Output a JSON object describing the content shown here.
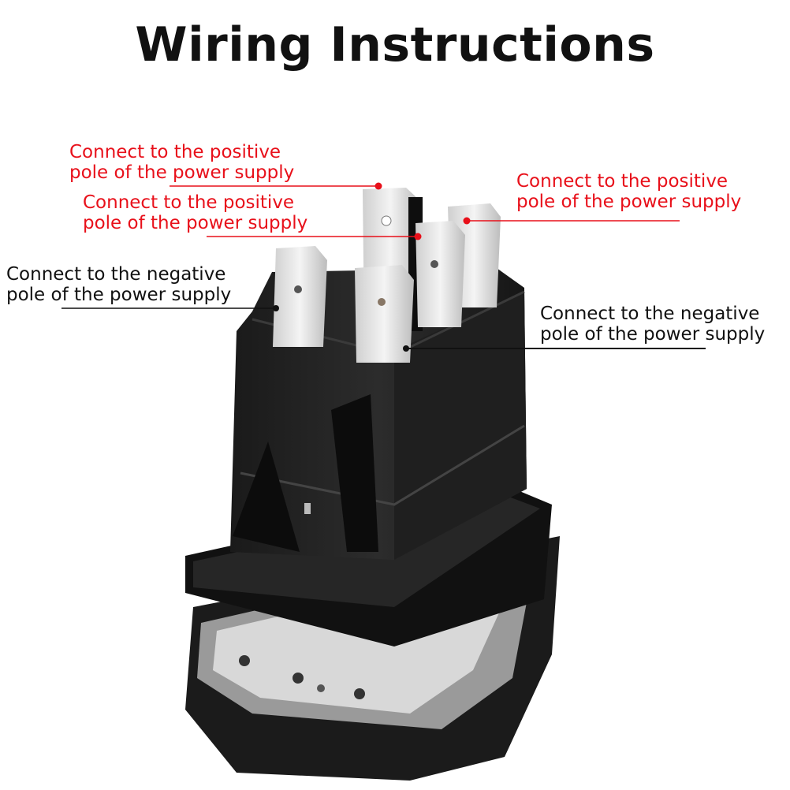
{
  "title": "Wiring Instructions",
  "colors": {
    "positive": "#e8101a",
    "negative": "#111111"
  },
  "labels": [
    {
      "id": "positive-1",
      "line1": "Connect to the positive",
      "line2": "pole of the power supply"
    },
    {
      "id": "positive-2",
      "line1": "Connect to the positive",
      "line2": "pole of the power supply"
    },
    {
      "id": "positive-3",
      "line1": "Connect to the positive",
      "line2": "pole of the power supply"
    },
    {
      "id": "negative-1",
      "line1": "Connect to the negative",
      "line2": "pole of the power supply"
    },
    {
      "id": "negative-2",
      "line1": "Connect to the negative",
      "line2": "pole of the power supply"
    }
  ]
}
